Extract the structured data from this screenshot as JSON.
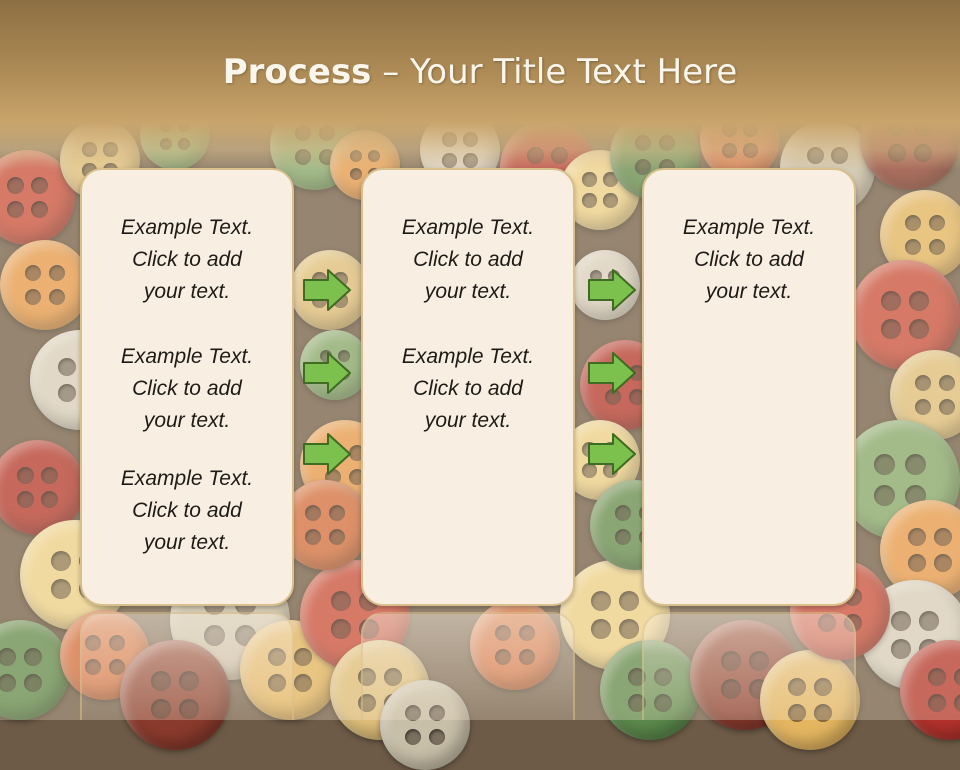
{
  "slide": {
    "title_bold": "Process",
    "title_rest": " – Your Title Text Here"
  },
  "panels": [
    {
      "items": [
        {
          "line1": "Example Text.",
          "line2": "Click  to add",
          "line3": "your text."
        },
        {
          "line1": "Example Text.",
          "line2": "Click  to add",
          "line3": "your text."
        },
        {
          "line1": "Example Text.",
          "line2": "Click  to add",
          "line3": "your text."
        }
      ]
    },
    {
      "items": [
        {
          "line1": "Example Text.",
          "line2": "Click  to add",
          "line3": "your text."
        },
        {
          "line1": "Example Text.",
          "line2": "Click  to add",
          "line3": "your text."
        }
      ]
    },
    {
      "items": [
        {
          "line1": "Example Text.",
          "line2": "Click  to add",
          "line3": "your text."
        }
      ]
    }
  ],
  "colors": {
    "arrow_fill": "#7cc04e",
    "arrow_stroke": "#3f6b22",
    "panel_fill": "#f8efe2",
    "panel_border": "#d8bf8c",
    "title_band": "#a7844f"
  },
  "icons": [
    "right-arrow-icon"
  ]
}
